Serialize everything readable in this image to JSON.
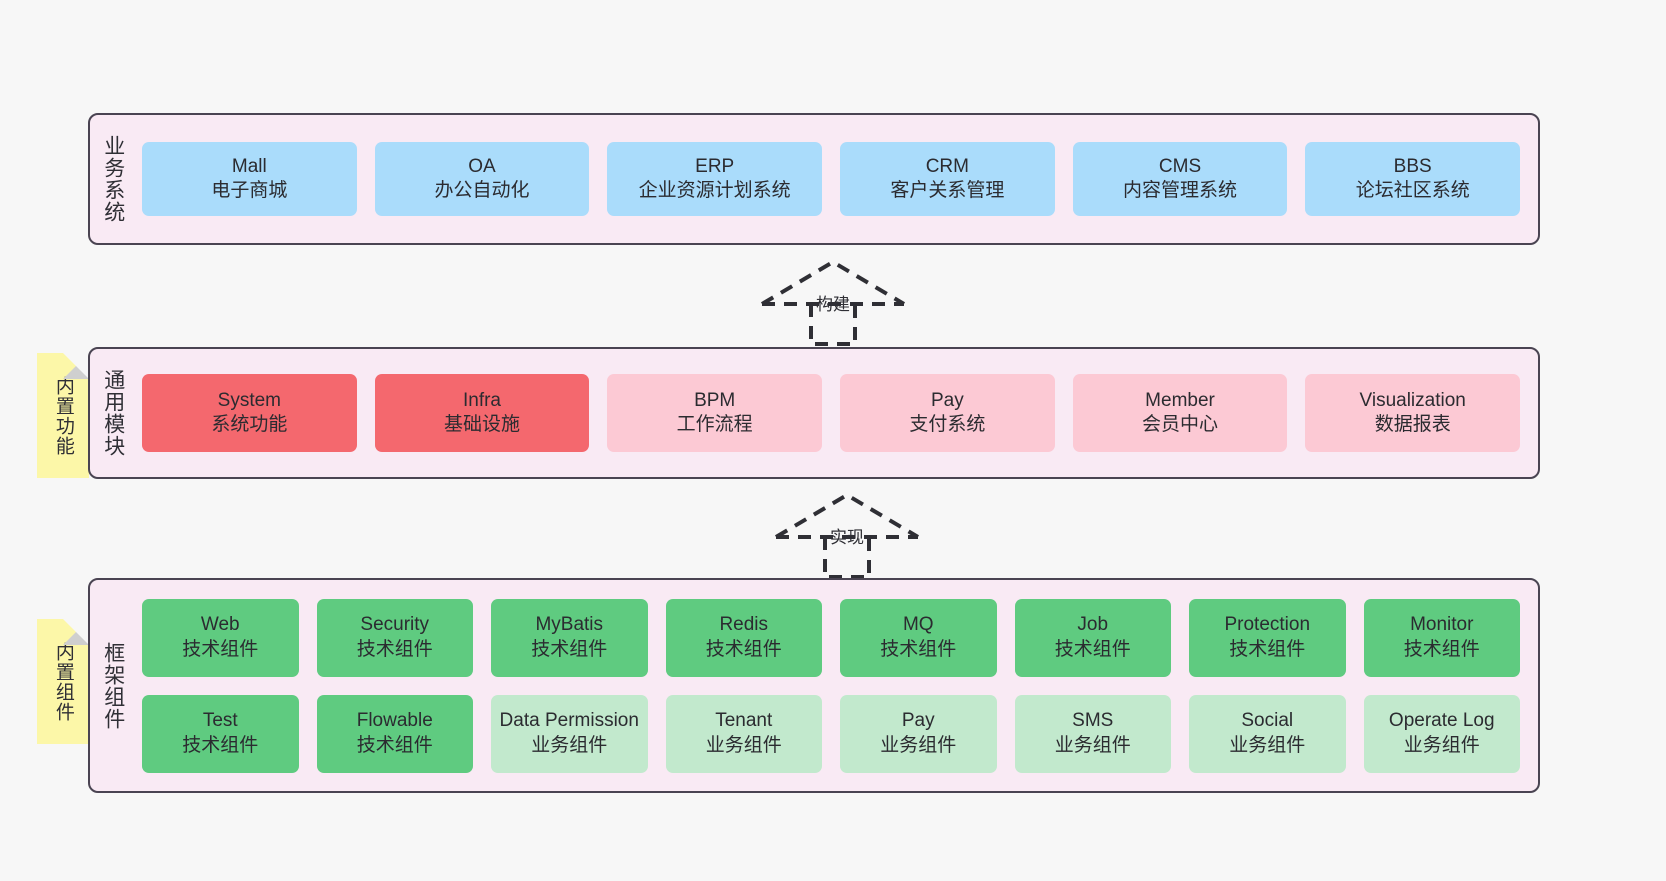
{
  "background_color": "#f7f7f7",
  "container": {
    "fill": "#f9eaf4",
    "border": "#4a4452"
  },
  "colors": {
    "business_system": "#aadcfb",
    "core_module": "#f4686e",
    "optional_module": "#fcc9d4",
    "tech_component": "#5fcb80",
    "business_component": "#c2e9cd",
    "sticky_note": "#fcf7a8",
    "sticky_fold": "#cfcfcf",
    "text": "#2b2b30"
  },
  "layers": [
    {
      "id": "business",
      "label": "业务系统",
      "rows": [
        [
          {
            "title": "Mall",
            "sub": "电子商城",
            "color": "blue"
          },
          {
            "title": "OA",
            "sub": "办公自动化",
            "color": "blue"
          },
          {
            "title": "ERP",
            "sub": "企业资源计划系统",
            "color": "blue"
          },
          {
            "title": "CRM",
            "sub": "客户关系管理",
            "color": "blue"
          },
          {
            "title": "CMS",
            "sub": "内容管理系统",
            "color": "blue"
          },
          {
            "title": "BBS",
            "sub": "论坛社区系统",
            "color": "blue"
          }
        ]
      ]
    },
    {
      "id": "common",
      "label": "通用模块",
      "note": "内置功能",
      "rows": [
        [
          {
            "title": "System",
            "sub": "系统功能",
            "color": "red"
          },
          {
            "title": "Infra",
            "sub": "基础设施",
            "color": "red"
          },
          {
            "title": "BPM",
            "sub": "工作流程",
            "color": "pink"
          },
          {
            "title": "Pay",
            "sub": "支付系统",
            "color": "pink"
          },
          {
            "title": "Member",
            "sub": "会员中心",
            "color": "pink"
          },
          {
            "title": "Visualization",
            "sub": "数据报表",
            "color": "pink"
          }
        ]
      ]
    },
    {
      "id": "framework",
      "label": "框架组件",
      "note": "内置组件",
      "rows": [
        [
          {
            "title": "Web",
            "sub": "技术组件",
            "color": "green"
          },
          {
            "title": "Security",
            "sub": "技术组件",
            "color": "green"
          },
          {
            "title": "MyBatis",
            "sub": "技术组件",
            "color": "green"
          },
          {
            "title": "Redis",
            "sub": "技术组件",
            "color": "green"
          },
          {
            "title": "MQ",
            "sub": "技术组件",
            "color": "green"
          },
          {
            "title": "Job",
            "sub": "技术组件",
            "color": "green"
          },
          {
            "title": "Protection",
            "sub": "技术组件",
            "color": "green"
          },
          {
            "title": "Monitor",
            "sub": "技术组件",
            "color": "green"
          }
        ],
        [
          {
            "title": "Test",
            "sub": "技术组件",
            "color": "green"
          },
          {
            "title": "Flowable",
            "sub": "技术组件",
            "color": "green"
          },
          {
            "title": "Data Permission",
            "sub": "业务组件",
            "color": "green-light",
            "wrap": true
          },
          {
            "title": "Tenant",
            "sub": "业务组件",
            "color": "green-light"
          },
          {
            "title": "Pay",
            "sub": "业务组件",
            "color": "green-light"
          },
          {
            "title": "SMS",
            "sub": "业务组件",
            "color": "green-light"
          },
          {
            "title": "Social",
            "sub": "业务组件",
            "color": "green-light"
          },
          {
            "title": "Operate Log",
            "sub": "业务组件",
            "color": "green-light"
          }
        ]
      ]
    }
  ],
  "connectors": [
    {
      "id": "build",
      "label": "构建",
      "style": "dashed-generalization",
      "direction": "up"
    },
    {
      "id": "impl",
      "label": "实现",
      "style": "dashed-generalization",
      "direction": "up"
    }
  ]
}
